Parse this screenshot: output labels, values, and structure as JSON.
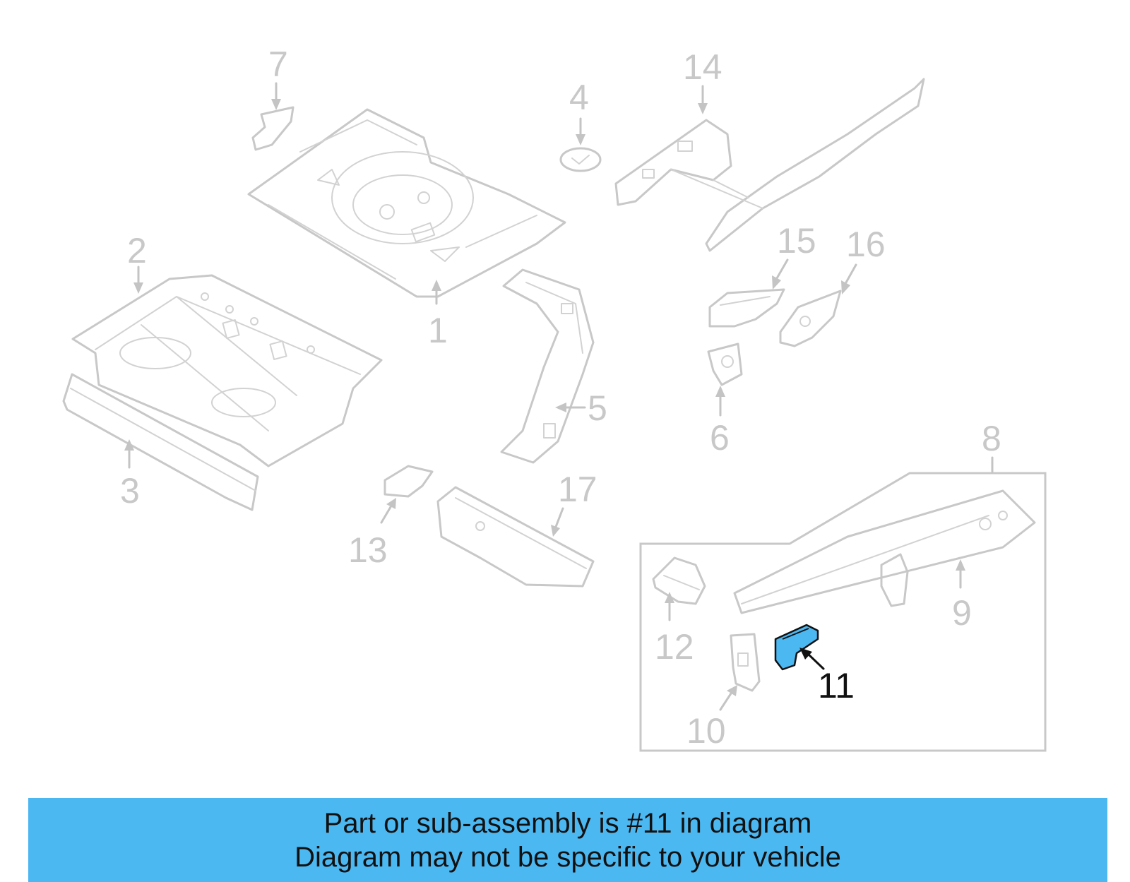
{
  "callouts": {
    "n1": "1",
    "n2": "2",
    "n3": "3",
    "n4": "4",
    "n5": "5",
    "n6": "6",
    "n7": "7",
    "n8": "8",
    "n9": "9",
    "n10": "10",
    "n11": "11",
    "n12": "12",
    "n13": "13",
    "n14": "14",
    "n15": "15",
    "n16": "16",
    "n17": "17"
  },
  "highlighted_callout": "11",
  "colors": {
    "highlight_part": "#4cb8f2",
    "banner_background": "#4cb8f2",
    "part_outline": "#c8c8c8",
    "highlight_text": "#111111"
  },
  "banner": {
    "line1": "Part or sub-assembly is #11 in diagram",
    "line2": "Diagram may not be specific to your vehicle"
  }
}
